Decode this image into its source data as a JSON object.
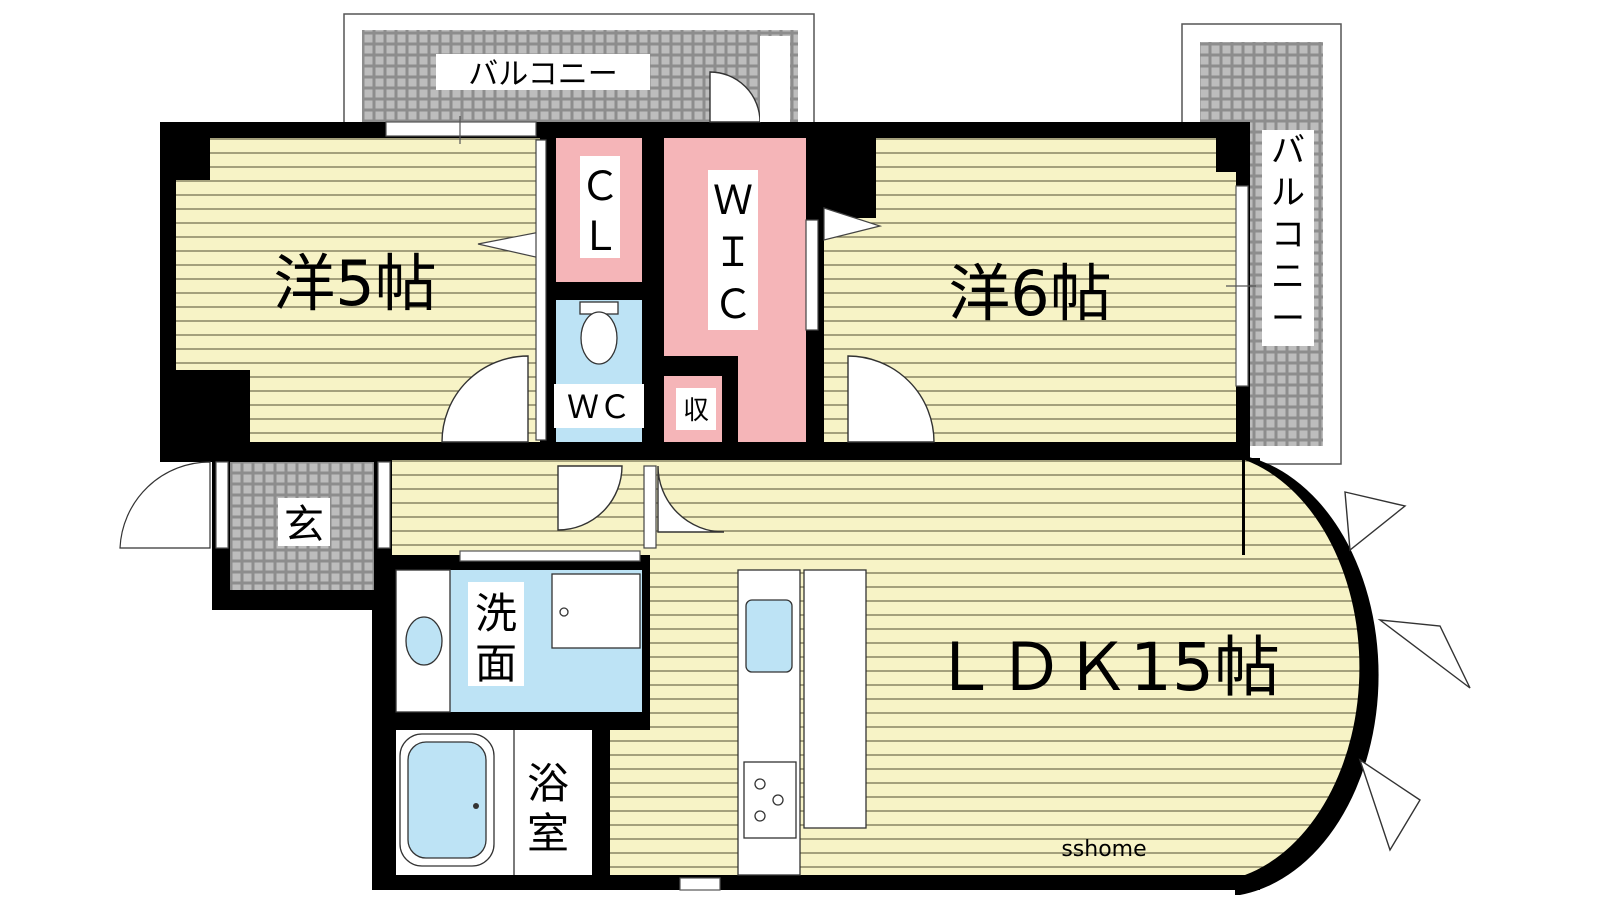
{
  "rooms": {
    "western_5": "洋5帖",
    "western_6": "洋6帖",
    "ldk": "ＬＤＫ15帖",
    "closet_c": "Ｃ",
    "closet_l": "Ｌ",
    "wic_w": "Ｗ",
    "wic_i": "Ｉ",
    "wic_c": "Ｃ",
    "storage": "収",
    "toilet": "ＷＣ",
    "entrance": "玄",
    "washroom_1": "洗",
    "washroom_2": "面",
    "bath_1": "浴",
    "bath_2": "室"
  },
  "balconies": {
    "top": "バルコニー",
    "right": [
      "バ",
      "ル",
      "コ",
      "ニ",
      "ー"
    ]
  },
  "watermark": "sshome",
  "colors": {
    "room_floor": "#f7f3c6",
    "closet": "#f5b5b8",
    "wet_area": "#bde3f5",
    "balcony_grid": "#9a9a9a",
    "wall": "#000000"
  }
}
